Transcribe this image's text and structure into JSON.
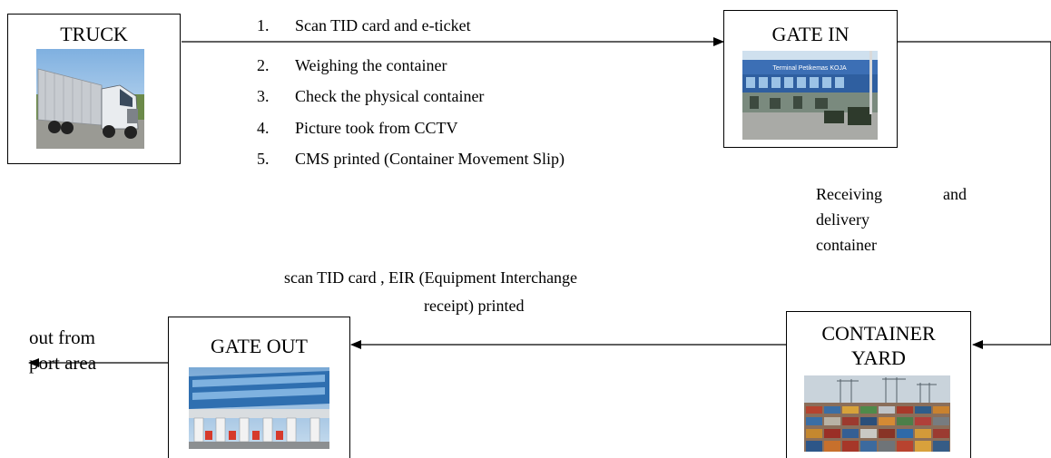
{
  "nodes": {
    "truck": "TRUCK",
    "gate_in": "GATE IN",
    "container_yard": [
      "CONTAINER",
      "YARD"
    ],
    "gate_out": "GATE OUT"
  },
  "gate_in_steps": [
    {
      "num": "1.",
      "text": "Scan TID card and e-ticket"
    },
    {
      "num": "2.",
      "text": "Weighing the container"
    },
    {
      "num": "3.",
      "text": "Check the physical container"
    },
    {
      "num": "4.",
      "text": "Picture took from CCTV"
    },
    {
      "num": "5.",
      "text": "CMS printed (Container Movement Slip)"
    }
  ],
  "receiving_label": {
    "line1_left": "Receiving",
    "line1_right": "and",
    "line2": "delivery",
    "line3": "container"
  },
  "gate_out_label": {
    "line1": "scan TID card , EIR (Equipment Interchange",
    "line2": "receipt)  printed"
  },
  "exit_label": {
    "line1": "out from",
    "line2": "port area"
  },
  "gate_in_sign_text": "Terminal Petikemas KOJA"
}
